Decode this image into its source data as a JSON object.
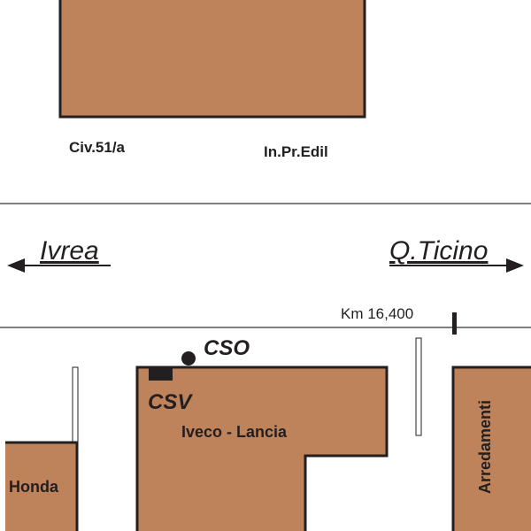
{
  "colors": {
    "building": "#bf835c",
    "outline": "#231f20",
    "road_line": "#555555"
  },
  "buildings": {
    "top_block_left_label": "Civ.51/a",
    "top_block_right_label": "In.Pr.Edil",
    "honda": "Honda",
    "iveco": "Iveco - Lancia",
    "arredamenti": "Arredamenti"
  },
  "directions": {
    "left": "Ivrea",
    "right": "Q.Ticino"
  },
  "markers": {
    "km": "Km 16,400",
    "cso": "CSO",
    "csv": "CSV"
  }
}
